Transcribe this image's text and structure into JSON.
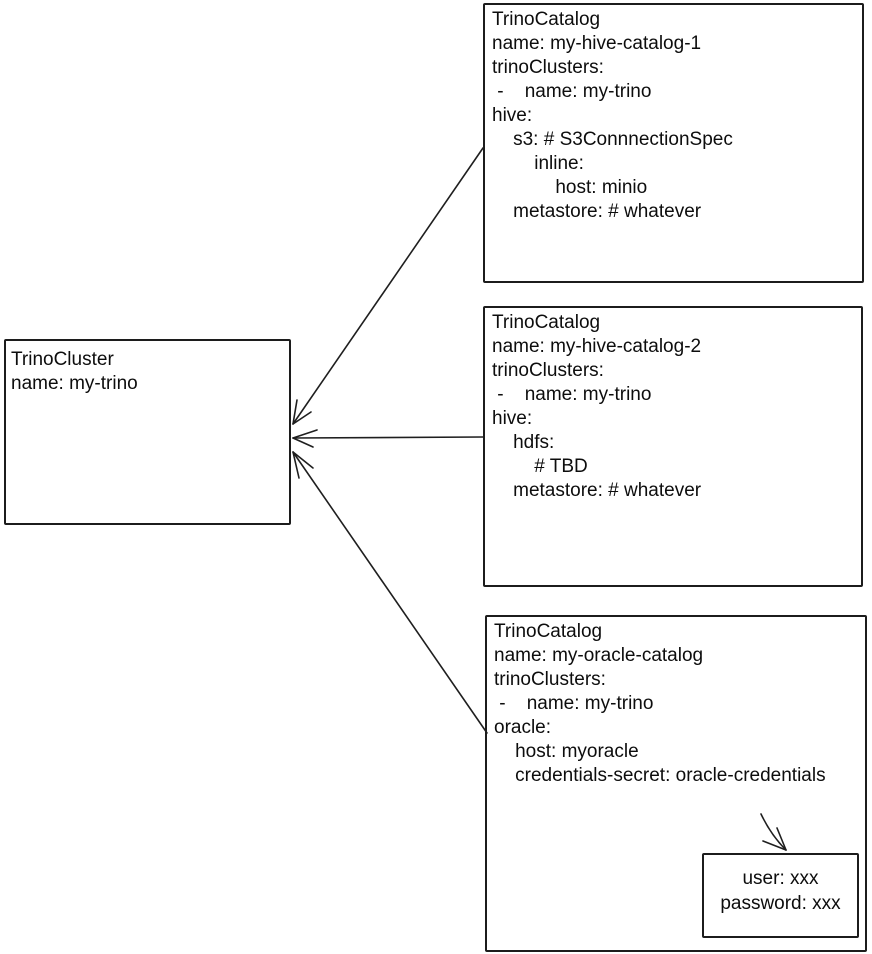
{
  "diagram": {
    "colors": {
      "background": "#ffffff",
      "stroke": "#1c1c1c",
      "text": "#0d0d0d"
    },
    "cluster": {
      "lines": [
        "TrinoCluster",
        "name: my-trino"
      ]
    },
    "catalogs": [
      {
        "lines": [
          "TrinoCatalog",
          "name: my-hive-catalog-1",
          "trinoClusters:",
          " -    name: my-trino",
          "hive:",
          "    s3: # S3ConnnectionSpec",
          "        inline:",
          "            host: minio",
          "    metastore: # whatever"
        ]
      },
      {
        "lines": [
          "TrinoCatalog",
          "name: my-hive-catalog-2",
          "trinoClusters:",
          " -    name: my-trino",
          "hive:",
          "    hdfs:",
          "        # TBD",
          "    metastore: # whatever"
        ]
      },
      {
        "lines": [
          "TrinoCatalog",
          "name: my-oracle-catalog",
          "trinoClusters:",
          " -    name: my-trino",
          "oracle:",
          "    host: myoracle",
          "    credentials-secret: oracle-credentials"
        ]
      }
    ],
    "secret": {
      "lines": [
        "user: xxx",
        "password: xxx"
      ]
    }
  }
}
